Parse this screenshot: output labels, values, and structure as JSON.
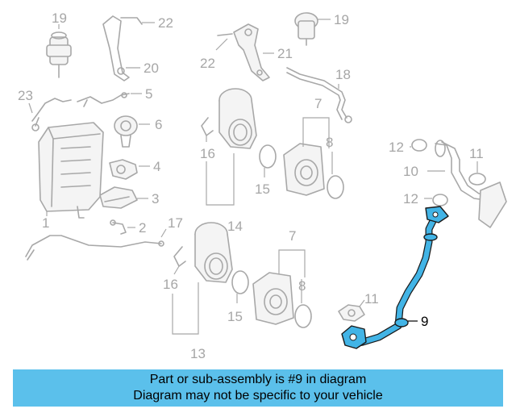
{
  "callouts": {
    "c1": "1",
    "c2": "2",
    "c3": "3",
    "c4": "4",
    "c5": "5",
    "c6": "6",
    "c7a": "7",
    "c7b": "7",
    "c8a": "8",
    "c8b": "8",
    "c9": "9",
    "c10": "10",
    "c11a": "11",
    "c11b": "11",
    "c12a": "12",
    "c12b": "12",
    "c13": "13",
    "c14": "14",
    "c15a": "15",
    "c15b": "15",
    "c16a": "16",
    "c16b": "16",
    "c17": "17",
    "c18": "18",
    "c19a": "19",
    "c19b": "19",
    "c20": "20",
    "c21": "21",
    "c22a": "22",
    "c22b": "22",
    "c23": "23"
  },
  "highlight_color": "#5bc0eb",
  "banner": {
    "line1": "Part or sub-assembly is #9 in diagram",
    "line2": "Diagram may not be specific to your vehicle"
  }
}
